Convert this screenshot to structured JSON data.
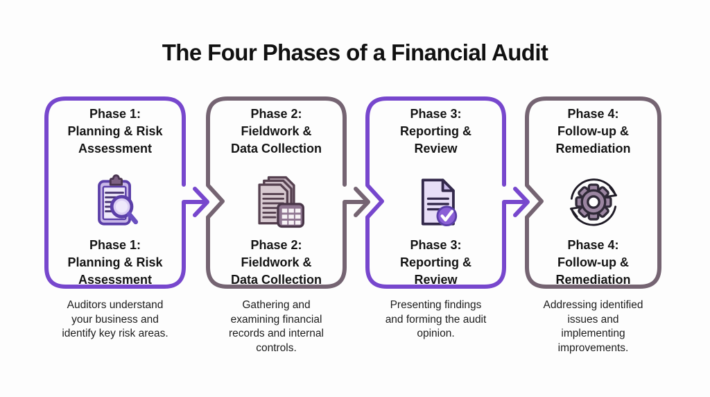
{
  "title": "The Four Phases of a Financial Audit",
  "colors": {
    "accent_purple": "#7747cd",
    "accent_mauve": "#756472",
    "background": "#fdfdfd",
    "text": "#111111"
  },
  "phases": [
    {
      "title": "Phase 1:\nPlanning & Risk\nAssessment",
      "description": "Auditors understand\nyour business and\nidentify key risk areas.",
      "icon": "clipboard-magnifier",
      "border_color": "#7747cd"
    },
    {
      "title": "Phase 2:\nFieldwork &\nData Collection",
      "description": "Gathering and\nexamining financial\nrecords and internal\ncontrols.",
      "icon": "documents-calculator",
      "border_color": "#756472"
    },
    {
      "title": "Phase 3:\nReporting &\nReview",
      "description": "Presenting findings\nand forming the audit\nopinion.",
      "icon": "document-checkmark",
      "border_color": "#7747cd"
    },
    {
      "title": "Phase 4:\nFollow-up &\nRemediation",
      "description": "Addressing identified\nissues and\nimplementing\nimprovements.",
      "icon": "gear-refresh-cycle",
      "border_color": "#756472"
    }
  ]
}
